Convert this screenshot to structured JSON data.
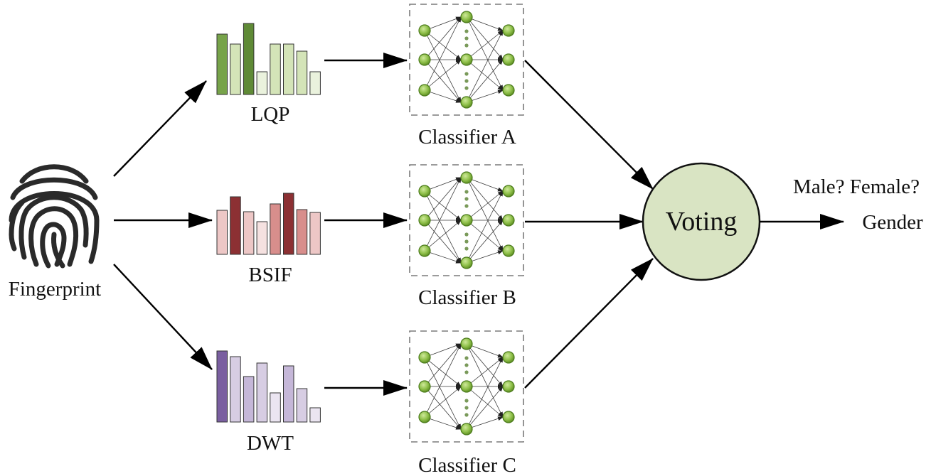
{
  "input": {
    "label": "Fingerprint",
    "icon": "fingerprint-icon"
  },
  "features": [
    {
      "name": "LQP",
      "colors": [
        "#77a34a",
        "#d4e4b8",
        "#5f8a36",
        "#eaf2dd",
        "#d4e4b8",
        "#d4e4b8",
        "#d4e4b8",
        "#eaf2dd"
      ],
      "levels": [
        0.85,
        0.71,
        1.0,
        0.32,
        0.71,
        0.71,
        0.61,
        0.32
      ]
    },
    {
      "name": "BSIF",
      "colors": [
        "#edc7c6",
        "#8c3033",
        "#edc7c6",
        "#f5e1e0",
        "#d88e8c",
        "#8c3033",
        "#d88e8c",
        "#edc7c6"
      ],
      "levels": [
        0.62,
        0.81,
        0.6,
        0.46,
        0.71,
        0.86,
        0.63,
        0.59
      ]
    },
    {
      "name": "DWT",
      "colors": [
        "#7a5fa0",
        "#d7cde3",
        "#c5b7d8",
        "#d7cde3",
        "#ebe5f1",
        "#c5b7d8",
        "#d7cde3",
        "#ebe5f1"
      ],
      "levels": [
        1.0,
        0.92,
        0.64,
        0.83,
        0.41,
        0.79,
        0.47,
        0.2
      ]
    }
  ],
  "classifiers": [
    {
      "label": "Classifier A"
    },
    {
      "label": "Classifier B"
    },
    {
      "label": "Classifier C"
    }
  ],
  "voting": {
    "label": "Voting",
    "fill": "#d9e4c3"
  },
  "output": {
    "question": "Male? Female?",
    "label": "Gender"
  }
}
